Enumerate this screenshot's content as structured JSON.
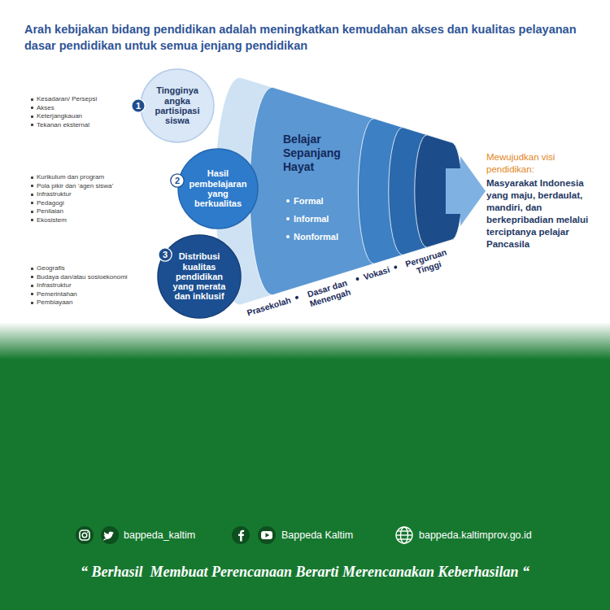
{
  "diagram": {
    "title": "Arah kebijakan bidang pendidikan adalah meningkatkan kemudahan akses dan kualitas pelayanan dasar pendidikan untuk semua jenjang pendidikan",
    "nodes": [
      {
        "text": [
          "Tingginya angka partisipasi siswa"
        ]
      },
      {
        "text": [
          "1"
        ],
        "in": 0
      },
      {
        "text": [
          "Hasil pembelajaran yang berkualitas"
        ]
      },
      {
        "text": [
          "2"
        ],
        "in": 2
      },
      {
        "text": [
          "Distribusi kualitas pendidikan yang merata dan inklusif"
        ]
      },
      {
        "text": [
          "3"
        ],
        "in": 4
      },
      {
        "text": [
          "Belajar Sepanjang Hayat",
          "Formal",
          "Informal",
          "Nonformal"
        ]
      }
    ],
    "labels": [
      "Kesadaran/ Persepsi",
      "Akses",
      "Keterjangkauan",
      "Tekanan eksternal",
      "Kurikulum dan program",
      "Pola pikir dan ‘agen siswa’",
      "Infrastruktur",
      "Pedagogi",
      "Penilaian",
      "Ekosistem",
      "Geografis",
      "Budaya dan/atau sosioekonomi",
      "Infrastruktur",
      "Pemerintahan",
      "Pembiayaan",
      "Prasekolah",
      "Dasar dan Menengah",
      "Vokasi",
      "Perguruan Tinggi",
      "Mewujudkan visi pendidikan:",
      "Masyarakat Indonesia yang maju, berdaulat, mandiri, dan berkepribadian melalui terciptanya pelajar Pancasila",
      "bappeda_kaltim",
      "Bappeda Kaltim",
      "bappeda.kaltimprov.go.id",
      "“ Berhasil  Membuat Perencanaan Berarti Merencanakan Keberhasilan “"
    ]
  }
}
